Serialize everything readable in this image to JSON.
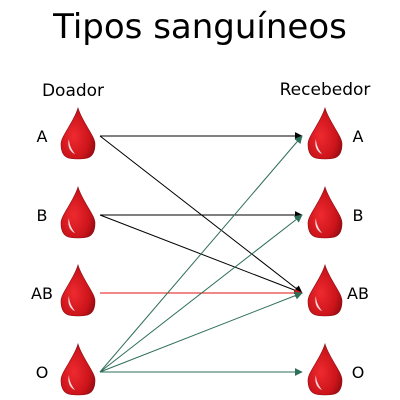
{
  "title": "Tipos sanguíneos",
  "headings": {
    "donor": "Doador",
    "recipient": "Recebedor"
  },
  "blood_types": [
    "A",
    "B",
    "AB",
    "O"
  ],
  "colors": {
    "drop": "#d0161e",
    "drop_dark": "#8e0a10",
    "drop_highlight": "#ffffff",
    "arrow_black": "#000000",
    "arrow_red": "#e01010",
    "arrow_green": "#2e6f57"
  },
  "compatibility": [
    {
      "from": "A",
      "to": "A",
      "color": "arrow_black"
    },
    {
      "from": "A",
      "to": "AB",
      "color": "arrow_black"
    },
    {
      "from": "B",
      "to": "B",
      "color": "arrow_black"
    },
    {
      "from": "B",
      "to": "AB",
      "color": "arrow_black"
    },
    {
      "from": "AB",
      "to": "AB",
      "color": "arrow_red"
    },
    {
      "from": "O",
      "to": "A",
      "color": "arrow_green"
    },
    {
      "from": "O",
      "to": "B",
      "color": "arrow_green"
    },
    {
      "from": "O",
      "to": "AB",
      "color": "arrow_green"
    },
    {
      "from": "O",
      "to": "O",
      "color": "arrow_green"
    }
  ]
}
